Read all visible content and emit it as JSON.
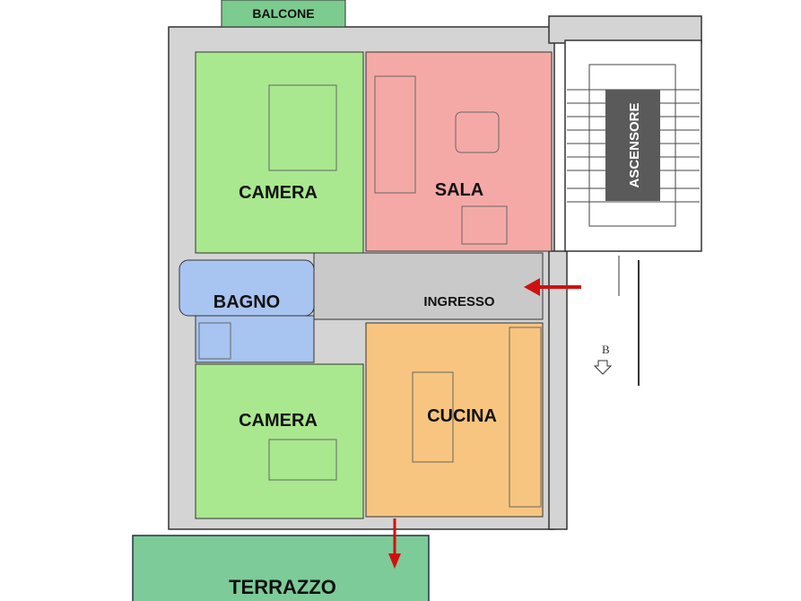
{
  "rooms": {
    "balcone": {
      "label": "BALCONE",
      "color": "#7ccb8f"
    },
    "camera_top": {
      "label": "CAMERA",
      "color": "#a9e88e"
    },
    "sala": {
      "label": "SALA",
      "color": "#f5a9a6"
    },
    "bagno": {
      "label": "BAGNO",
      "color": "#a8c4f0"
    },
    "ingresso": {
      "label": "INGRESSO",
      "color": "#c9c9c9"
    },
    "camera_bottom": {
      "label": "CAMERA",
      "color": "#a9e88e"
    },
    "cucina": {
      "label": "CUCINA",
      "color": "#f7c57f"
    },
    "terrazzo": {
      "label": "TERRAZZO",
      "color": "#7dcb98"
    }
  },
  "stairwell": {
    "elevator_label": "ASCENSORE",
    "elevator_color": "#5a5a5a",
    "door_label": "B"
  },
  "colors": {
    "wall": "#d4d4d4",
    "arrow": "#d01010"
  }
}
